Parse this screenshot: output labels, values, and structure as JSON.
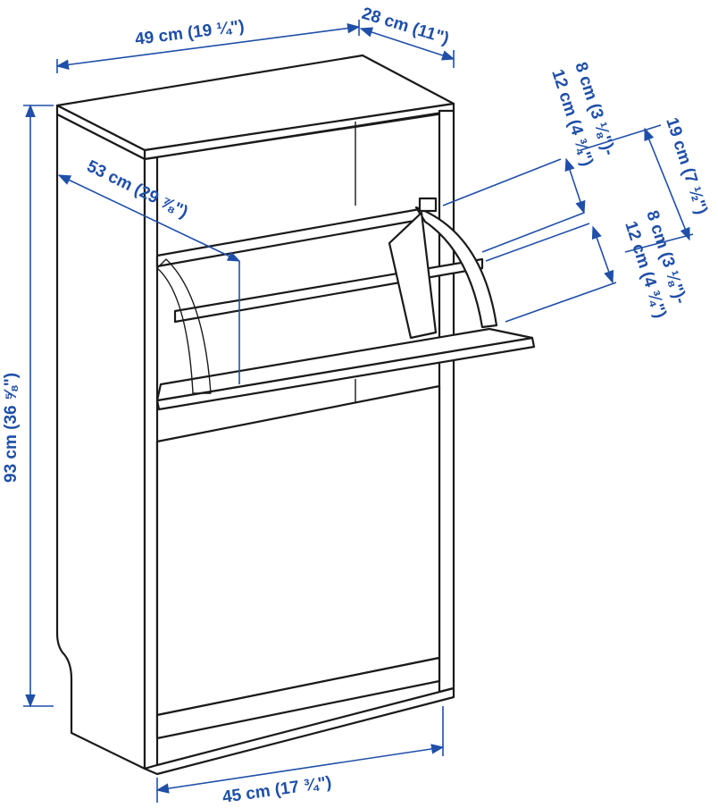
{
  "dimensions": {
    "top_width": "49 cm (19 ¼\")",
    "depth": "28 cm (11\")",
    "flap_open_depth": "53 cm (29 ⅞\")",
    "height": "93 cm (36 ⅝\")",
    "bottom_width": "45 cm (17 ¾\")",
    "heel_upper_a": "8 cm (3 ⅛\")-",
    "heel_upper_b": "12 cm (4 ¾\")",
    "heel_lower_a": "8 cm (3 ⅛\")-",
    "heel_lower_b": "12 cm (4 ¾\")",
    "compartment_height": "19 cm (7 ½\")"
  },
  "colors": {
    "dimension": "#1f4fa8",
    "line": "#1a1a1a"
  }
}
